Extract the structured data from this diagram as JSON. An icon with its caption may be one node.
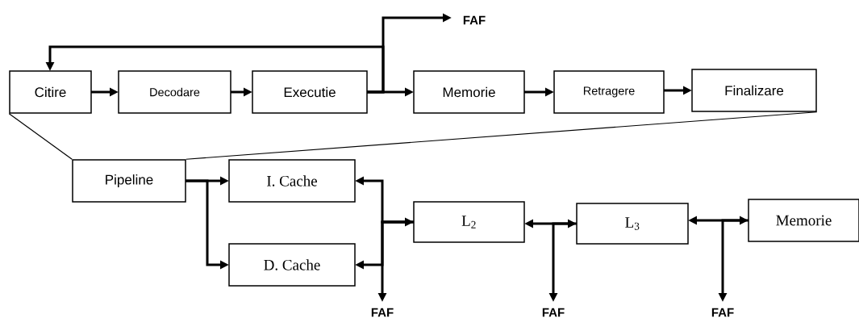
{
  "diagram": {
    "nodes": [
      {
        "text": [
          "Citire"
        ]
      },
      {
        "text": [
          "Decodare"
        ]
      },
      {
        "text": [
          "Executie"
        ]
      },
      {
        "text": [
          "Memorie"
        ]
      },
      {
        "text": [
          "Retragere"
        ]
      },
      {
        "text": [
          "Finalizare"
        ]
      },
      {
        "text": [
          "Pipeline"
        ]
      },
      {
        "text": [
          "I. Cache"
        ]
      },
      {
        "text": [
          "D. Cache"
        ]
      },
      {
        "text": [
          "L$_{2}$"
        ]
      },
      {
        "text": [
          "L$_{3}$"
        ]
      },
      {
        "text": [
          "Memorie"
        ]
      },
      {
        "text": [
          "FAF"
        ]
      },
      {
        "text": [
          "FAF"
        ]
      },
      {
        "text": [
          "FAF"
        ]
      },
      {
        "text": [
          "FAF"
        ]
      }
    ],
    "edges": [
      {
        "from": 0,
        "to": 1,
        "arrow": "to"
      },
      {
        "from": 1,
        "to": 2,
        "arrow": "to"
      },
      {
        "from": 2,
        "to": 3,
        "arrow": "to"
      },
      {
        "from": 3,
        "to": 4,
        "arrow": "to"
      },
      {
        "from": 4,
        "to": 5,
        "arrow": "to"
      },
      {
        "from": 2,
        "to": 0,
        "arrow": "to"
      },
      {
        "from": 2,
        "to": 12,
        "arrow": "to"
      },
      {
        "from": 0,
        "to": 6,
        "arrow": "none"
      },
      {
        "from": 5,
        "to": 6,
        "arrow": "none"
      },
      {
        "from": 6,
        "to": 7,
        "arrow": "to"
      },
      {
        "from": 6,
        "to": 8,
        "arrow": "to"
      },
      {
        "from": 7,
        "to": 9,
        "arrow": "both"
      },
      {
        "from": 9,
        "to": 8,
        "arrow": "to"
      },
      {
        "from": 9,
        "to": 13,
        "arrow": "to"
      },
      {
        "from": 9,
        "to": 10,
        "arrow": "both"
      },
      {
        "from": 10,
        "to": 14,
        "arrow": "to"
      },
      {
        "from": 10,
        "to": 11,
        "arrow": "both"
      },
      {
        "from": 11,
        "to": 15,
        "arrow": "to"
      }
    ]
  }
}
